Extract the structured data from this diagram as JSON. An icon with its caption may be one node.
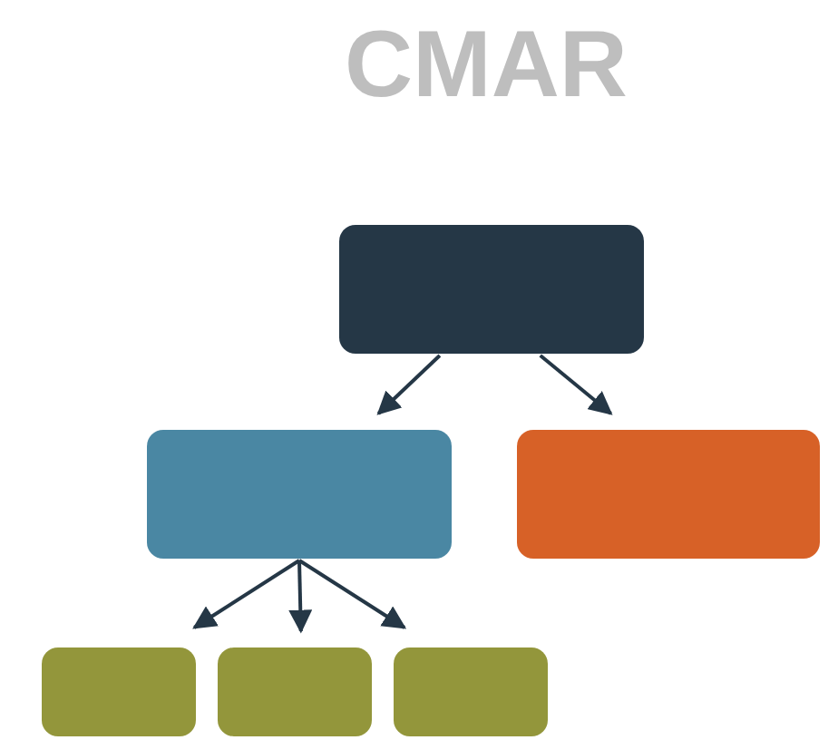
{
  "diagram": {
    "title": "CMAR",
    "nodes": [
      {
        "text": [],
        "shape": "box"
      },
      {
        "text": [],
        "shape": "box"
      },
      {
        "text": [],
        "shape": "box"
      },
      {
        "text": [],
        "shape": "box"
      },
      {
        "text": [],
        "shape": "box"
      },
      {
        "text": [],
        "shape": "box"
      }
    ],
    "edges": [
      {
        "from": 0,
        "to": 1,
        "arrow": "to"
      },
      {
        "from": 0,
        "to": 2,
        "arrow": "to"
      },
      {
        "from": 1,
        "to": 3,
        "arrow": "to"
      },
      {
        "from": 1,
        "to": 4,
        "arrow": "to"
      },
      {
        "from": 1,
        "to": 5,
        "arrow": "to"
      }
    ]
  }
}
